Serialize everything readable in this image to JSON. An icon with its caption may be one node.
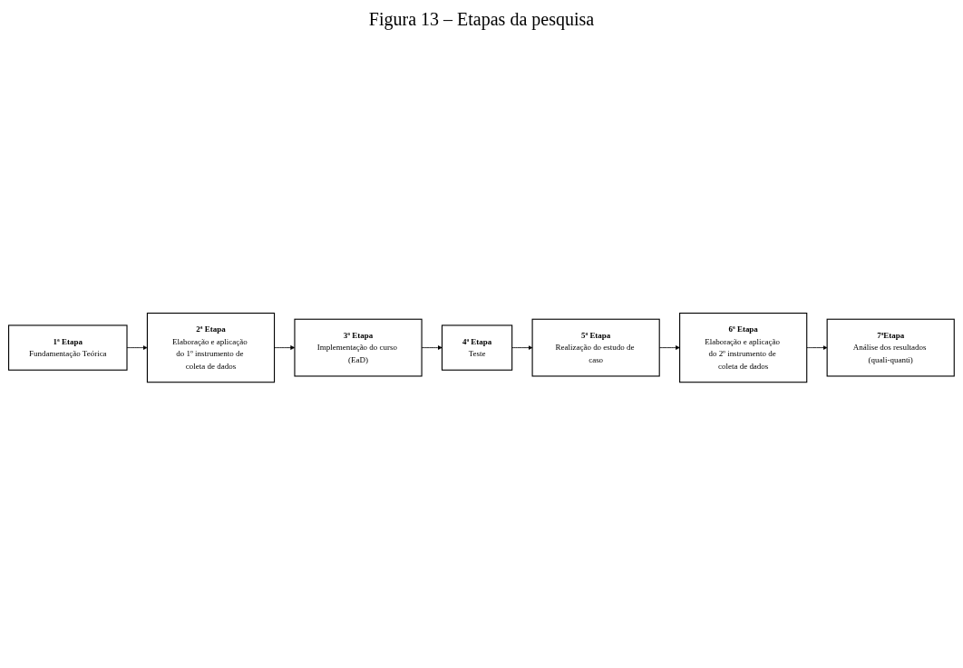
{
  "diagram": {
    "title": "Figura 13 – Etapas da pesquisa",
    "nodes": [
      {
        "text": [
          "1ª Etapa",
          "Fundamentação Teórica"
        ]
      },
      {
        "text": [
          "2ª Etapa",
          "Elaboração e aplicação do 1º instrumento de coleta de dados"
        ]
      },
      {
        "text": [
          "3ª Etapa",
          "Implementação do curso (EaD)"
        ]
      },
      {
        "text": [
          "4ª Etapa",
          "Teste"
        ]
      },
      {
        "text": [
          "5ª Etapa",
          "Realização do estudo de caso"
        ]
      },
      {
        "text": [
          "6ª Etapa",
          "Elaboração e aplicação do 2º instrumento de coleta de dados"
        ]
      },
      {
        "text": [
          "7ªEtapa",
          "Análise dos resultados (quali-quanti)"
        ]
      }
    ],
    "edges": [
      {
        "from": 0,
        "to": 1,
        "arrow": "to"
      },
      {
        "from": 1,
        "to": 2,
        "arrow": "to"
      },
      {
        "from": 2,
        "to": 3,
        "arrow": "to"
      },
      {
        "from": 3,
        "to": 4,
        "arrow": "to"
      },
      {
        "from": 4,
        "to": 5,
        "arrow": "to"
      },
      {
        "from": 5,
        "to": 6,
        "arrow": "to"
      }
    ]
  }
}
